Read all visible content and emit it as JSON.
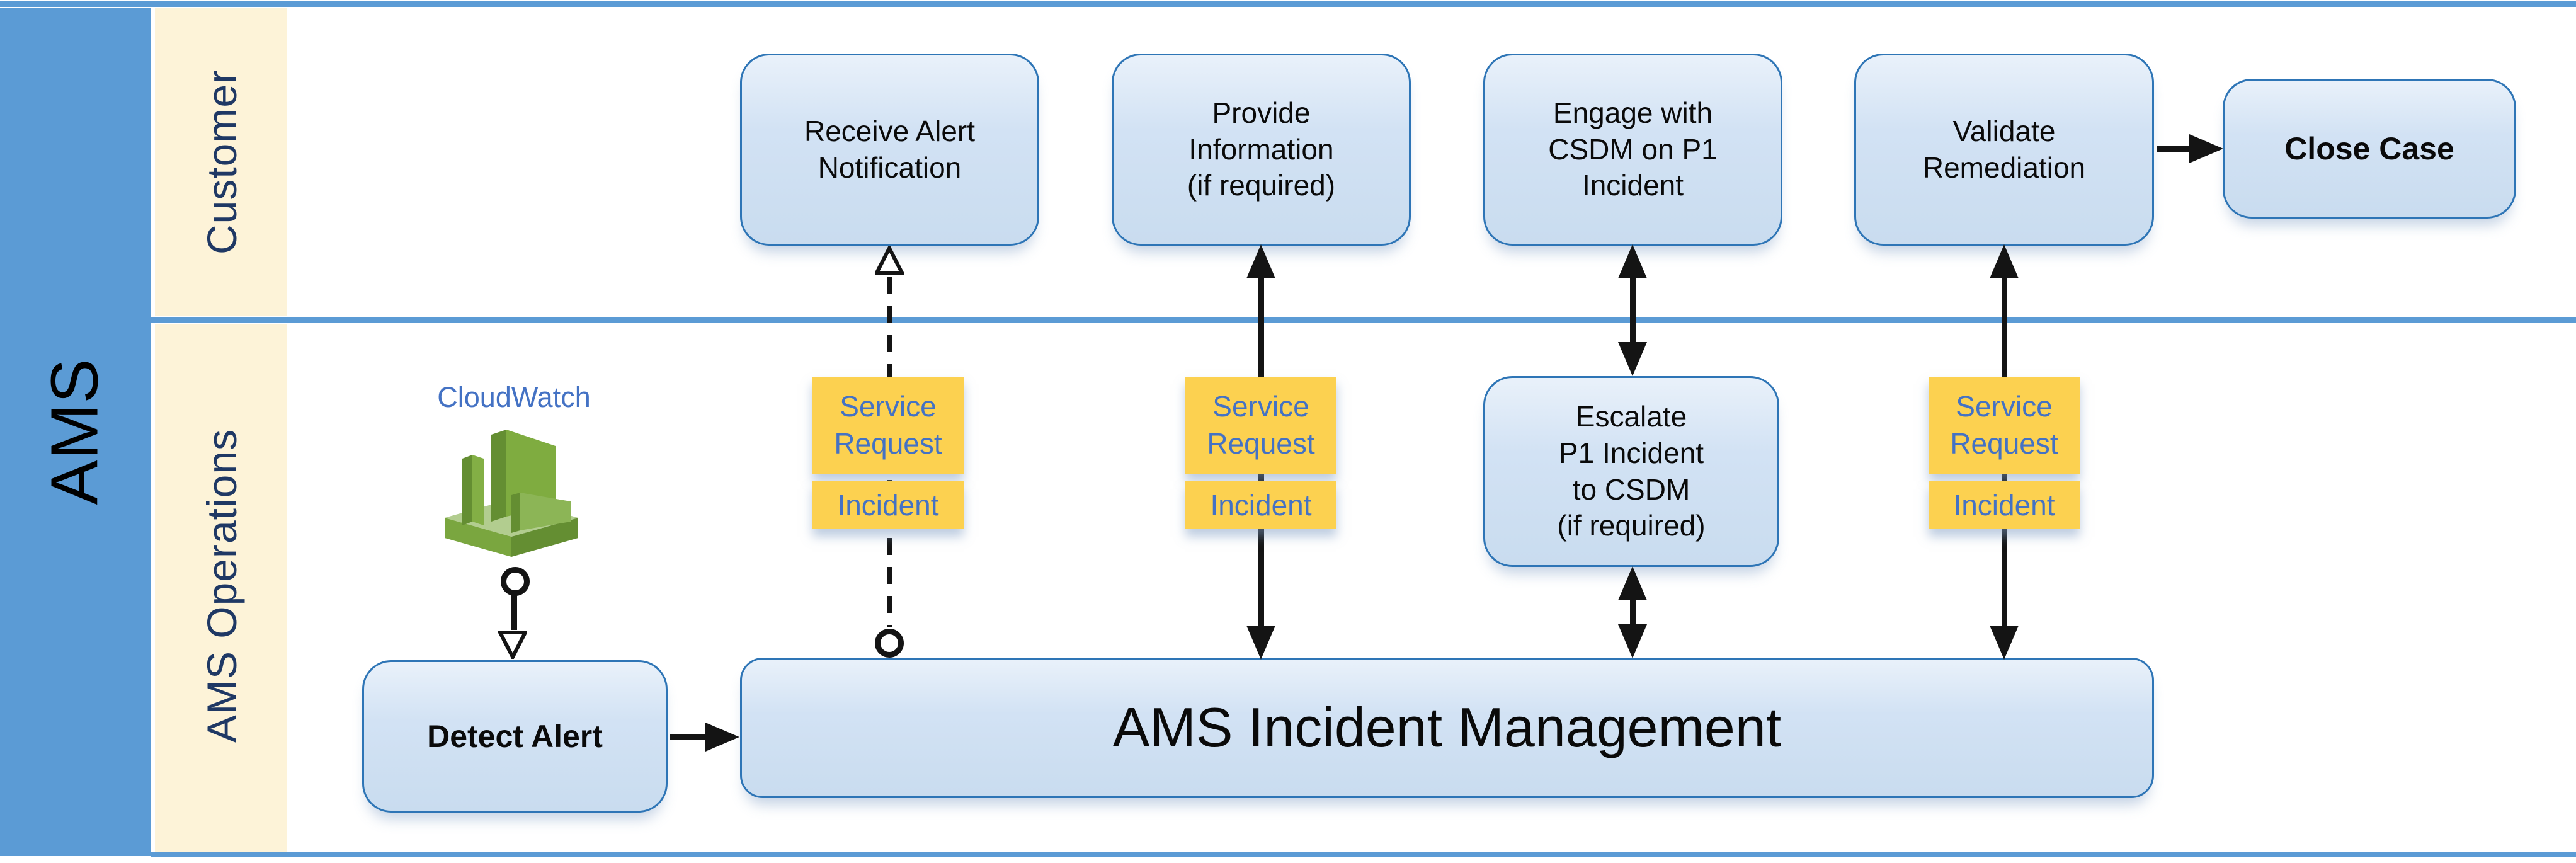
{
  "sidebar": {
    "label": "AMS"
  },
  "lanes": [
    {
      "label": "Customer"
    },
    {
      "label": "AMS Operations"
    }
  ],
  "cloudwatch": {
    "label": "CloudWatch"
  },
  "tasks": {
    "receive_alert": "Receive Alert\nNotification",
    "provide_info": "Provide\nInformation\n(if required)",
    "engage_csdm": "Engage with\nCSDM on P1\nIncident",
    "validate_remediation": "Validate\nRemediation",
    "close_case": "Close Case",
    "detect_alert": "Detect Alert",
    "ams_incident_management": "AMS Incident Management",
    "escalate_p1": "Escalate\nP1 Incident\nto CSDM\n(if required)"
  },
  "tags": {
    "service_request": "Service\nRequest",
    "incident": "Incident"
  },
  "colors": {
    "accent_blue": "#5B9BD5",
    "box_border": "#2E75B6",
    "box_fill": "#CDDFF2",
    "lane_bg": "#FDF3D8",
    "lane_label_text": "#1F3864",
    "tag_bg": "#FCD150",
    "tag_text": "#4472C4",
    "cloudwatch_label_text": "#4472C4",
    "icon_green_dark": "#648E32",
    "icon_green": "#7FAC40",
    "icon_green_pale": "#B2CD8F",
    "connector_black": "#141414",
    "sidebar_label_text": "#000000"
  }
}
